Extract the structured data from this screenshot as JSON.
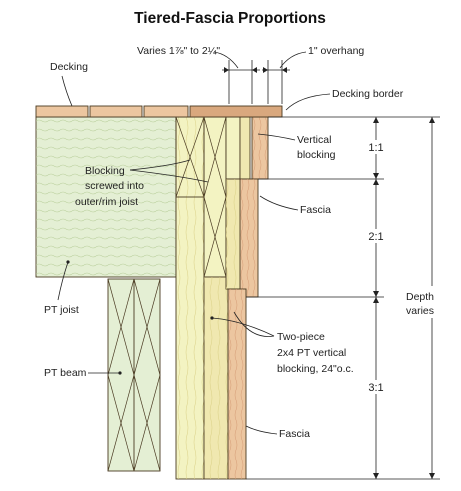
{
  "title": "Tiered-Fascia Proportions",
  "labels": {
    "varies": "Varies 1⅞\" to 2¼\"",
    "overhang": "1\" overhang",
    "decking": "Decking",
    "decking_border": "Decking border",
    "vertical_blocking": [
      "Vertical",
      "blocking"
    ],
    "blocking_screwed": [
      "Blocking",
      "screwed into",
      "outer/rim joist"
    ],
    "fascia_upper": "Fascia",
    "pt_joist": "PT joist",
    "two_piece": [
      "Two-piece",
      "2x4 PT vertical",
      "blocking, 24\"o.c."
    ],
    "pt_beam": "PT beam",
    "fascia_lower": "Fascia",
    "depth_varies": [
      "Depth",
      "varies"
    ]
  },
  "ratios": [
    "1:1",
    "2:1",
    "3:1"
  ],
  "colors": {
    "joist_fill": "#e4efd4",
    "lumber_light": "#f3f3c2",
    "lumber_mid": "#f0e8b0",
    "cedar": "#ecc6a0",
    "cedar_dark": "#d9a87e",
    "line": "#4a3a22"
  }
}
